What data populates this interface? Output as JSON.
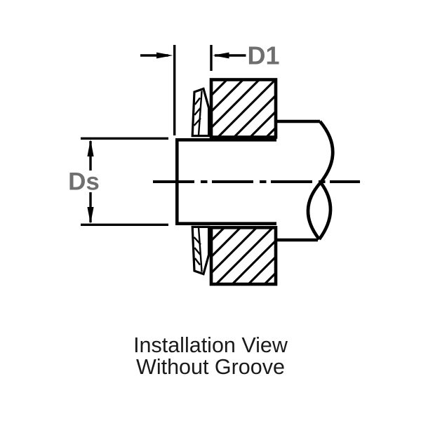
{
  "drawing": {
    "dimension_labels": {
      "d1": "D1",
      "ds": "Ds"
    },
    "caption": {
      "line1": "Installation View",
      "line2": "Without Groove"
    },
    "colors": {
      "line": "#000000",
      "dimension_label": "#6f6f6f",
      "caption": "#1a1a1a",
      "background": "#ffffff"
    }
  }
}
